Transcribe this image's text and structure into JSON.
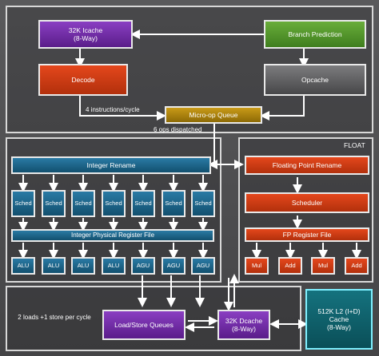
{
  "front_end": {
    "icache": "32K Icache\n(8-Way)",
    "branch_prediction": "Branch Prediction",
    "decode": "Decode",
    "opcache": "Opcache",
    "micro_op_queue": "Micro-op Queue",
    "instructions_per_cycle": "4 instructions/cycle",
    "ops_dispatched": "6 ops dispatched"
  },
  "integer": {
    "rename": "Integer Rename",
    "scheduler_label": "Sched",
    "prf": "Integer Physical Register File",
    "units": [
      "ALU",
      "ALU",
      "ALU",
      "ALU",
      "AGU",
      "AGU",
      "AGU"
    ]
  },
  "float": {
    "title": "FLOAT",
    "rename": "Floating Point Rename",
    "scheduler": "Scheduler",
    "register_file": "FP Register File",
    "units": [
      "Mul",
      "Add",
      "Mul",
      "Add"
    ]
  },
  "memory": {
    "loads_store": "2 loads +1 store per cycle",
    "lsq": "Load/Store Queues",
    "dcache": "32K Dcache\n(8-Way)",
    "l2": "512K L2 (I+D)\nCache\n(8-Way)"
  },
  "colors": {
    "purple": "#7a33b4",
    "red": "#d9411a",
    "green": "#5b9e30",
    "grey": "#616163",
    "gold": "#b8860b",
    "blue": "#1f6a92",
    "teal": "#10636e"
  }
}
